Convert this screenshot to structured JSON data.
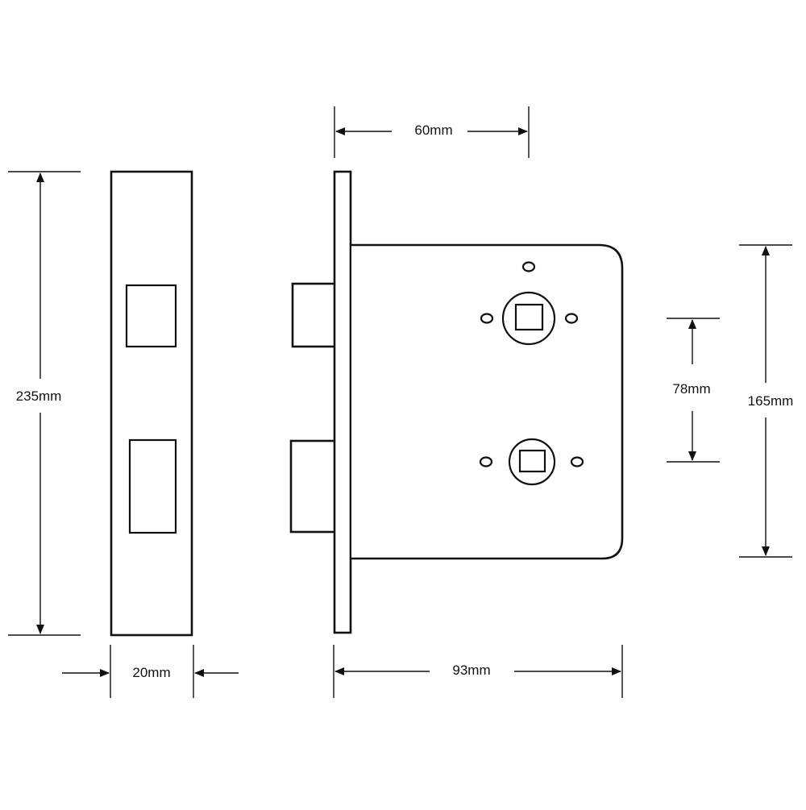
{
  "dimensions": {
    "forend_height": "235mm",
    "forend_width": "20mm",
    "case_height": "165mm",
    "backset": "60mm",
    "case_depth": "93mm",
    "spindle_centres": "78mm"
  },
  "colors": {
    "line": "#111111",
    "background": "#ffffff"
  }
}
